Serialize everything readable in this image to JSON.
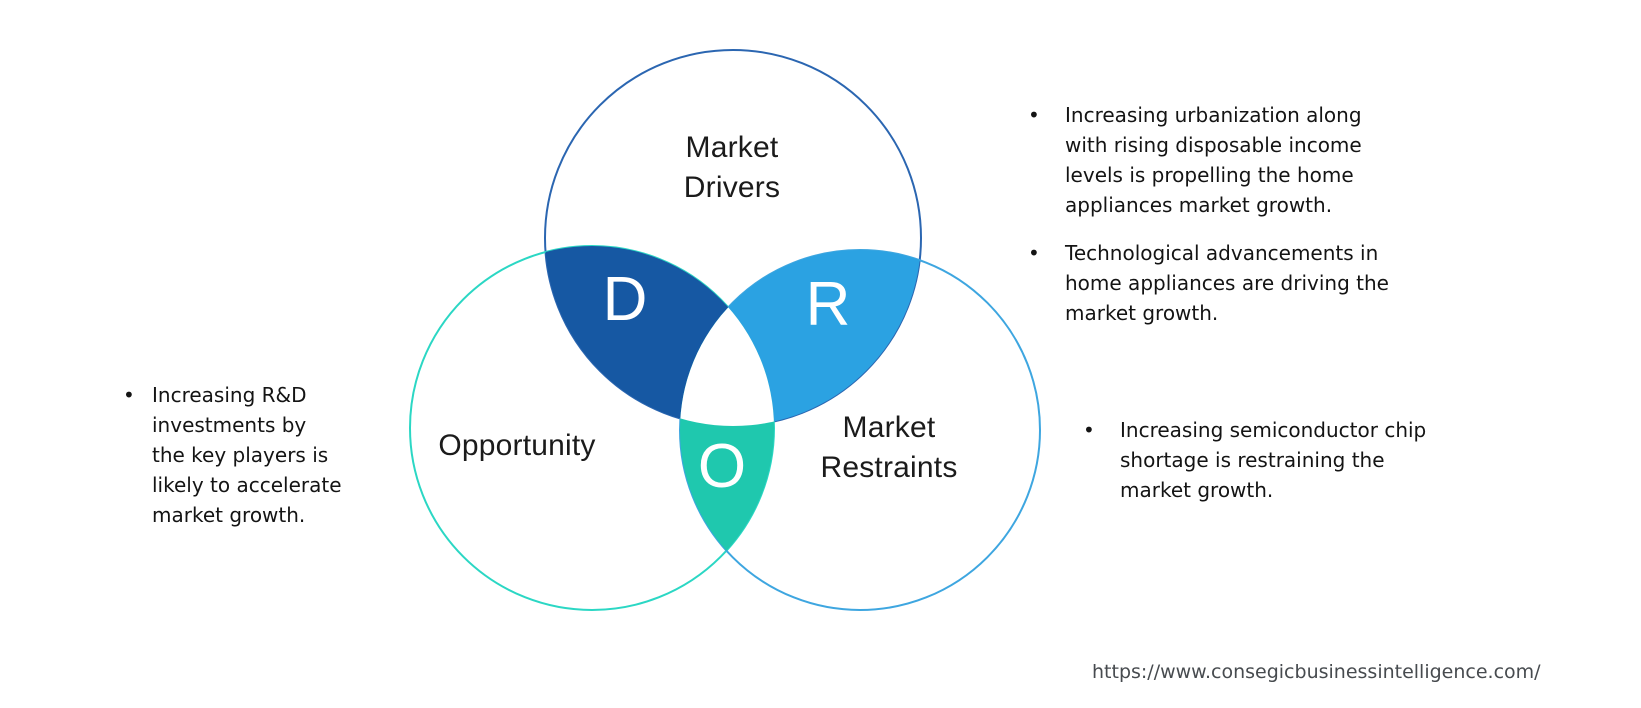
{
  "ui": {
    "bullet_char": "•",
    "background": "#ffffff",
    "text_color": "#141414",
    "letter_color": "#ffffff"
  },
  "venn": {
    "drivers": {
      "label": "Market\nDrivers",
      "letter": "D",
      "circle_stroke": "#2b66b1",
      "lens_fill": "#1658a3"
    },
    "restraints": {
      "label": "Market\nRestraints",
      "letter": "R",
      "circle_stroke": "#3ea6e0",
      "lens_fill": "#2ba2e2"
    },
    "opportunity": {
      "label": "Opportunity",
      "letter": "O",
      "circle_stroke": "#2bd7c4",
      "lens_fill": "#1fc8ae"
    }
  },
  "annotations": {
    "drivers_bullets": [
      "Increasing urbanization along\nwith rising disposable income\nlevels is propelling the home\nappliances market growth.",
      "Technological advancements in\nhome appliances are driving the\nmarket growth."
    ],
    "restraints_bullets": [
      "Increasing semiconductor chip\nshortage is restraining the\nmarket growth."
    ],
    "opportunity_bullets": [
      "Increasing R&D\ninvestments by\nthe key players is\nlikely to accelerate\nmarket growth."
    ]
  },
  "footer": {
    "source_url": "https://www.consegicbusinessintelligence.com/"
  }
}
